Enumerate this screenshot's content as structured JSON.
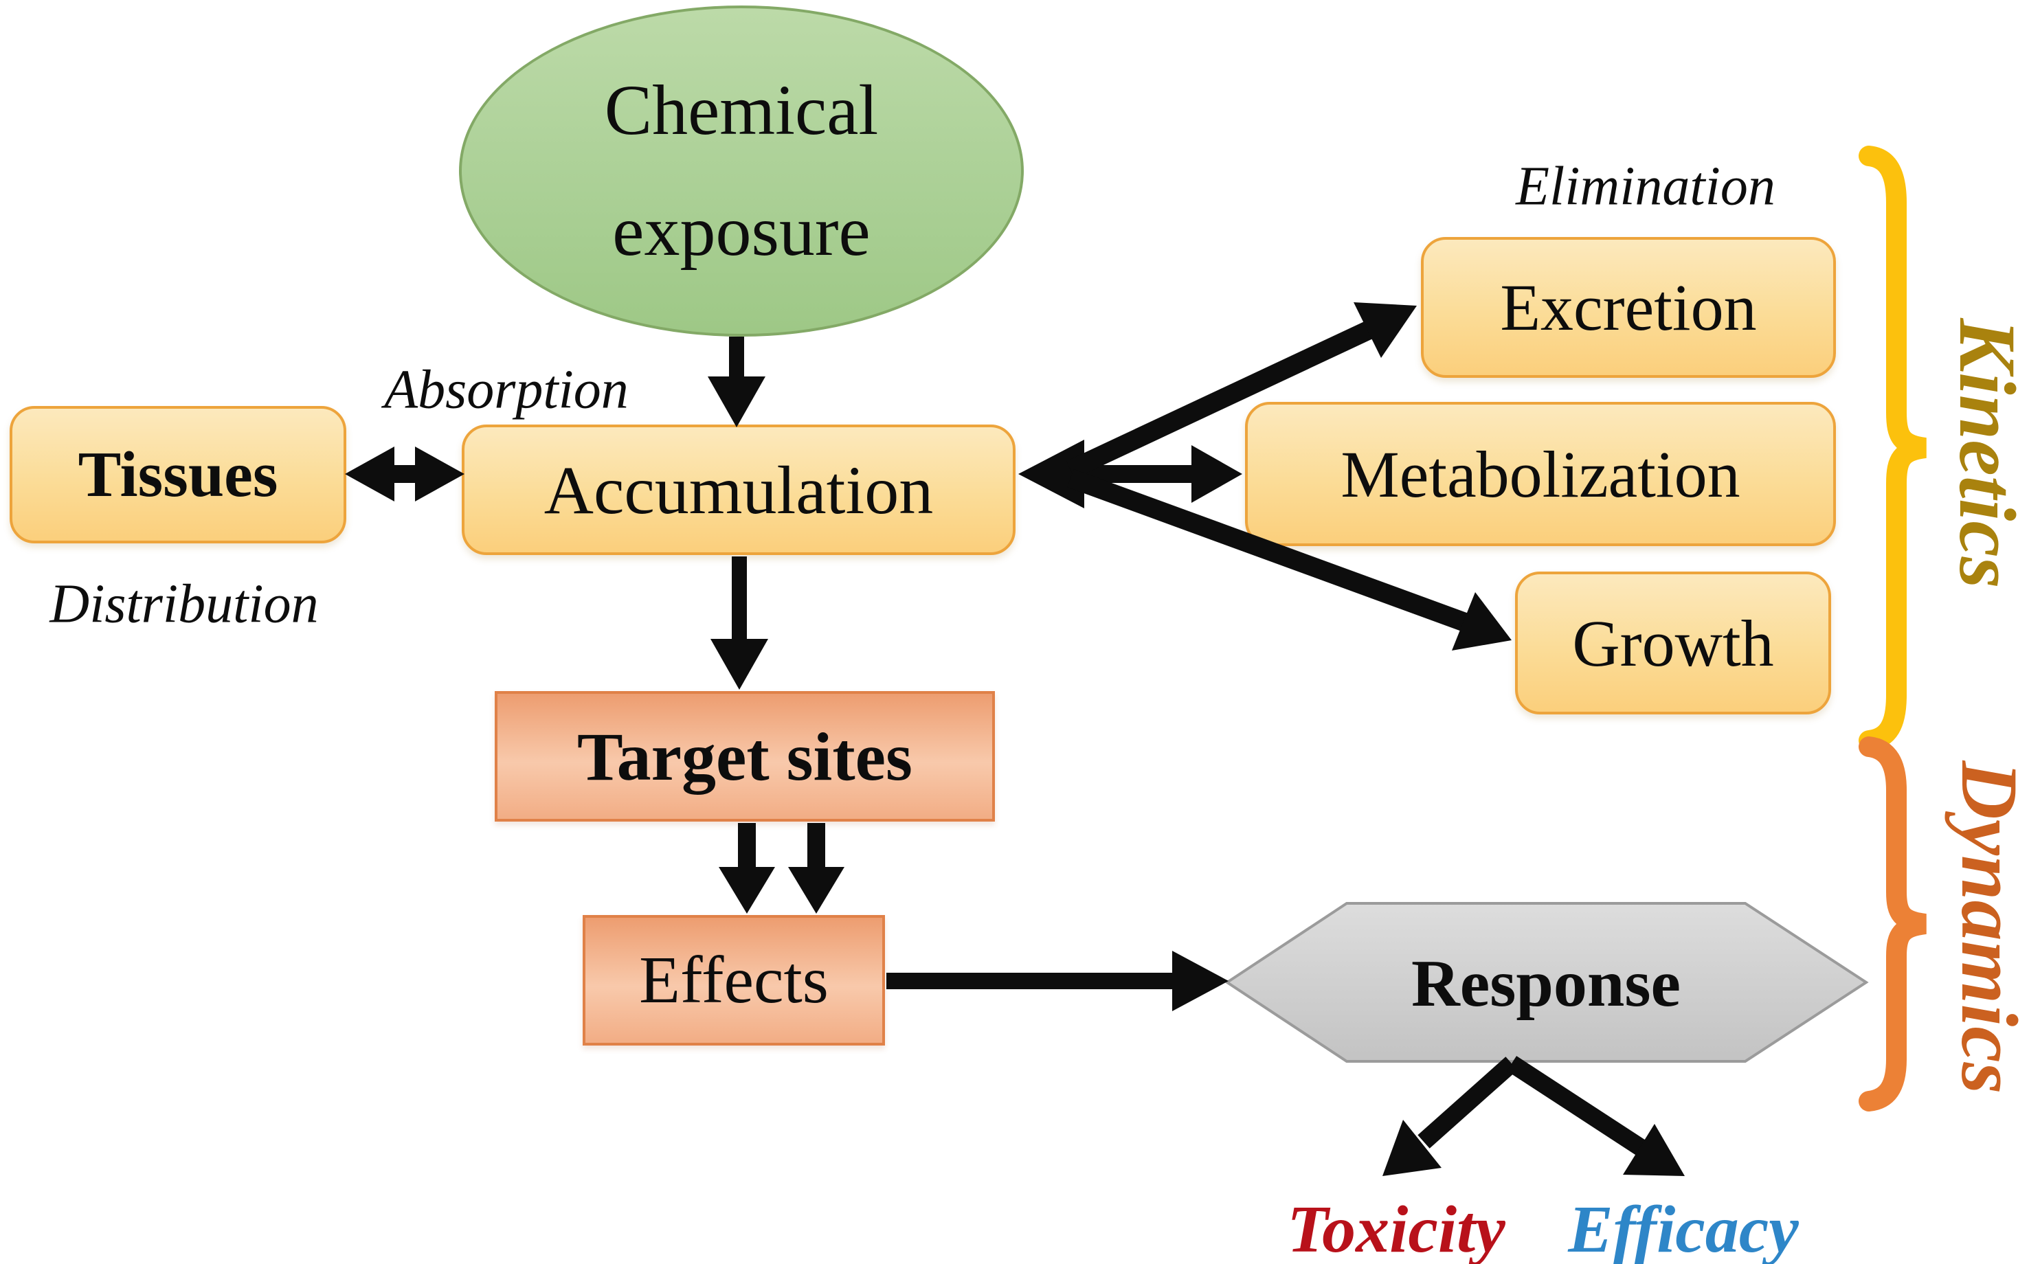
{
  "nodes": {
    "chemical_exposure": {
      "lines": [
        "Chemical",
        "exposure"
      ]
    },
    "tissues": {
      "label": "Tissues"
    },
    "accumulation": {
      "label": "Accumulation"
    },
    "excretion": {
      "label": "Excretion"
    },
    "metabolization": {
      "label": "Metabolization"
    },
    "growth": {
      "label": "Growth"
    },
    "target_sites": {
      "label": "Target sites"
    },
    "effects": {
      "label": "Effects"
    },
    "response": {
      "label": "Response"
    }
  },
  "process_labels": {
    "absorption": "Absorption",
    "distribution": "Distribution",
    "elimination": "Elimination"
  },
  "outcomes": {
    "toxicity": {
      "label": "Toxicity",
      "color": "#b8111a"
    },
    "efficacy": {
      "label": "Efficacy",
      "color": "#2e86c8"
    }
  },
  "groups": {
    "kinetics": {
      "label": "Kinetics",
      "brace_color": "#fcc10d",
      "text_color": "#a9820e"
    },
    "dynamics": {
      "label": "Dynamics",
      "brace_color": "#ec8136",
      "text_color": "#cb6120"
    }
  },
  "colors": {
    "exposure_fill": "#aed29a",
    "exposure_border": "#83a966",
    "kinetic_box_fill": "#fbd98f",
    "kinetic_box_border": "#eda43c",
    "dynamic_box_fill": "#f4b690",
    "dynamic_box_border": "#e08148",
    "response_fill": "#d2d2d2",
    "response_border": "#9b9b9b",
    "arrow": "#0d0d0d",
    "background": "#ffffff"
  }
}
